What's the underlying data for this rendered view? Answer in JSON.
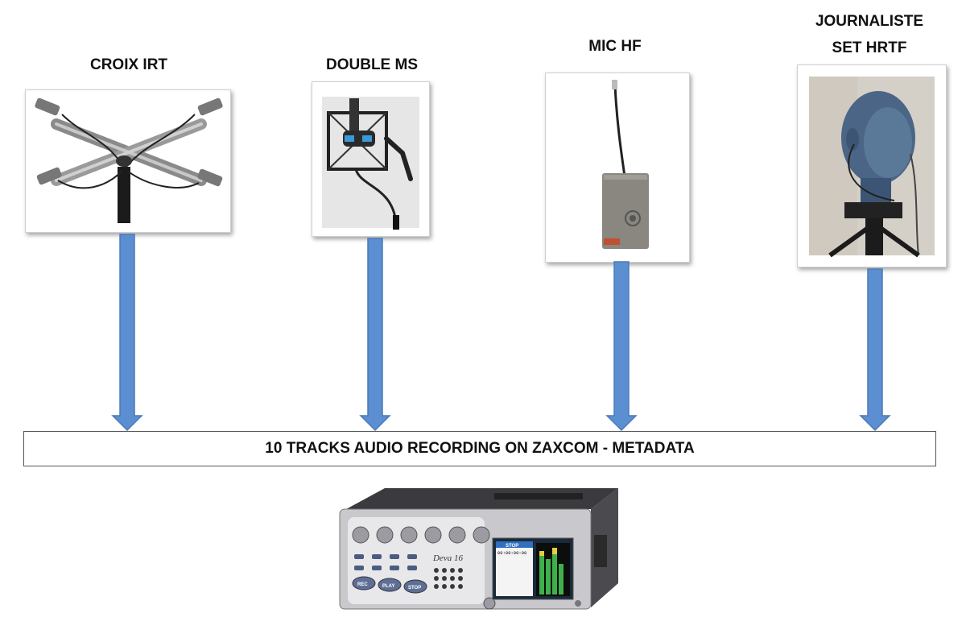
{
  "sources": [
    {
      "title": "CROIX IRT",
      "icon": "croix-irt-microphone-array"
    },
    {
      "title": "DOUBLE MS",
      "icon": "double-ms-microphone"
    },
    {
      "title": "MIC HF",
      "icon": "wireless-transmitter"
    },
    {
      "title_line1": "JOURNALISTE",
      "title_line2": "SET HRTF",
      "icon": "dummy-head-microphone"
    }
  ],
  "recorder": {
    "label": "10 TRACKS AUDIO RECORDING ON ZAXCOM - METADATA",
    "brand": "Deva 16",
    "screen_status": "STOP",
    "screen_timecode": "00:00:00:00",
    "buttons": [
      "REC",
      "PLAY",
      "STOP"
    ]
  },
  "colors": {
    "arrow_fill": "#5b8fd1",
    "arrow_stroke": "#4a7ab8"
  }
}
